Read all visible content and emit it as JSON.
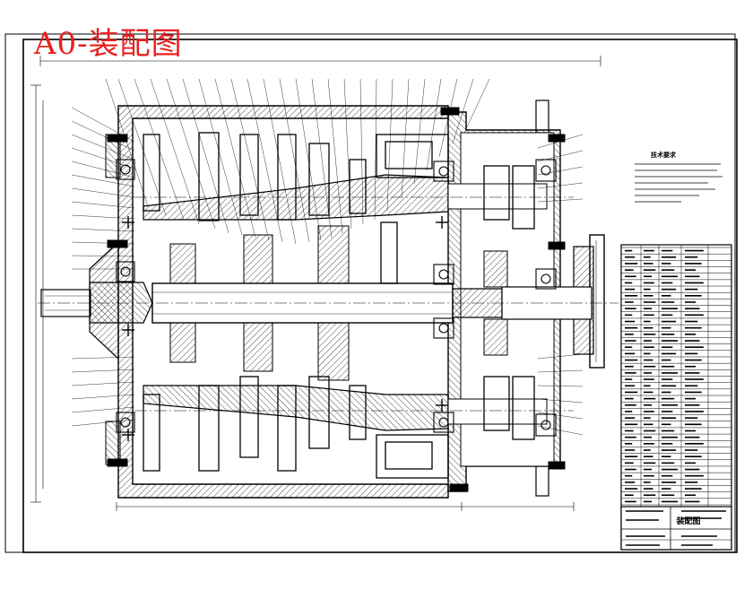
{
  "heading": "A0-装配图",
  "tech_notes": {
    "title": "技术要求"
  },
  "title_block": {
    "drawing_title": "装配图"
  },
  "colors": {
    "heading": "#e8201f",
    "line": "#000000",
    "paper": "#ffffff"
  }
}
